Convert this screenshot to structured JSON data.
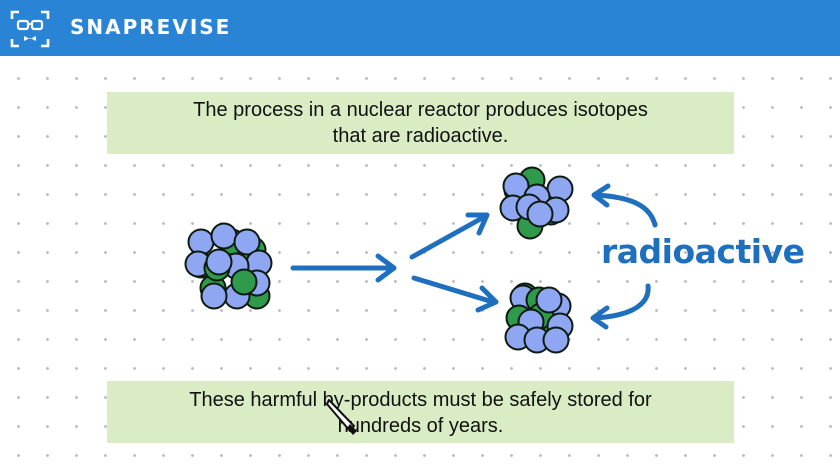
{
  "header": {
    "brand": "SNAPREVISE",
    "logo_icon": "glasses-robot-face-icon",
    "bg_color": "#2a84d6"
  },
  "notes": {
    "top": {
      "line1": "The process in a nuclear reactor produces isotopes",
      "line2": "that are radioactive."
    },
    "bottom": {
      "line1": "These harmful by-products must be safely stored for",
      "line2": "hundreds of years."
    }
  },
  "diagram": {
    "label": "radioactive",
    "colors": {
      "proton": "#8fa6f2",
      "neutron": "#2f9a4c",
      "arrow": "#1f6fbf",
      "note_bg": "#d9ecc4"
    }
  }
}
